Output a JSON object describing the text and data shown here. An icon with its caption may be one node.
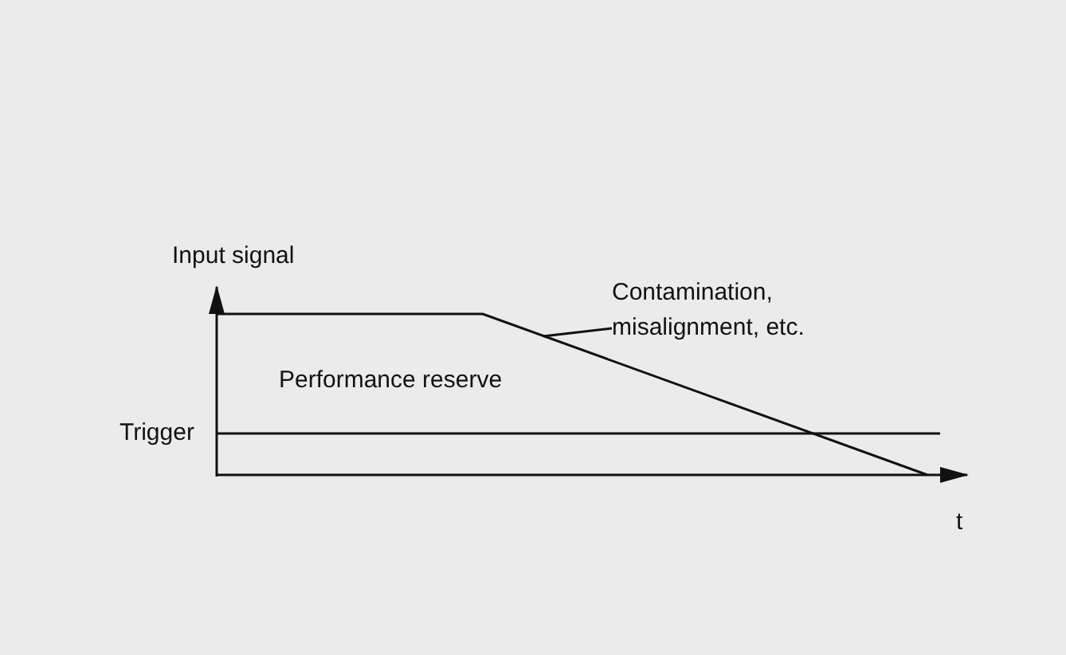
{
  "diagram": {
    "nodes": [
      {
        "text": [
          "Contamination, misalignment, etc."
        ]
      },
      {
        "text": [],
        "shape": "line"
      }
    ],
    "edges": [
      {
        "from": 0,
        "to": 1,
        "arrow": "none"
      }
    ],
    "labels": [
      "Input signal",
      "Performance reserve",
      "Trigger",
      "t"
    ]
  }
}
